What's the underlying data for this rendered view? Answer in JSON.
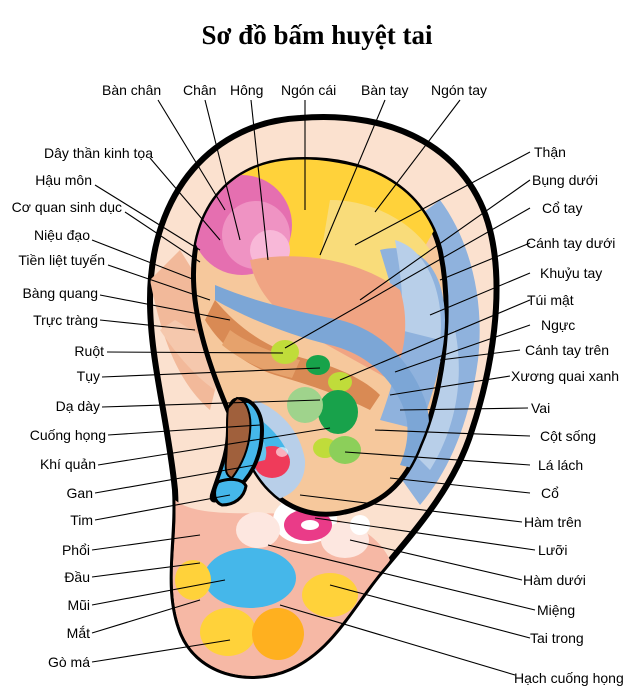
{
  "title": "Sơ đồ bấm huyệt tai",
  "labels_top": [
    "Bàn chân",
    "Chân",
    "Hông",
    "Ngón cái",
    "Bàn tay",
    "Ngón tay"
  ],
  "labels_left": [
    "Dây thần kinh tọa",
    "Hậu môn",
    "Cơ quan sinh dục",
    "Niệu đạo",
    "Tiền liệt tuyến",
    "Bàng quang",
    "Trực tràng",
    "Ruột",
    "Tụy",
    "Dạ dày",
    "Cuống họng",
    "Khí quản",
    "Gan",
    "Tim",
    "Phổi",
    "Đầu",
    "Mũi",
    "Mắt",
    "Gò má"
  ],
  "labels_right": [
    "Thận",
    "Bụng dưới",
    "Cổ tay",
    "Cánh tay dưới",
    "Khuỷu tay",
    "Túi mật",
    "Ngực",
    "Cánh tay trên",
    "Xương quai xanh",
    "Vai",
    "Cột sống",
    "Lá lách",
    "Cổ",
    "Hàm trên",
    "Lưỡi",
    "Hàm dưới",
    "Miệng",
    "Tai trong",
    "Hạch cuống họng"
  ]
}
